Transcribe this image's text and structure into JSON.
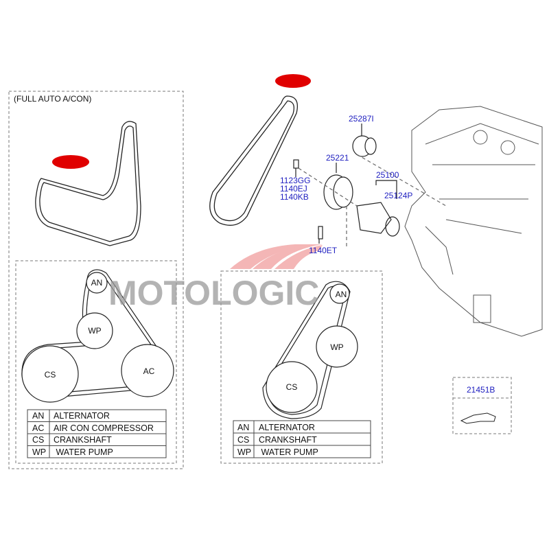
{
  "variant_label": "(FULL AUTO A/CON)",
  "parts": {
    "tensioner_pulley": "25287I",
    "idler_pulley": "25221",
    "bolts": [
      "1123GG",
      "1140EJ",
      "1140KB"
    ],
    "bolt_lower": "1140ET",
    "water_pump": "25100",
    "gasket": "25124P",
    "sealant": "21451B"
  },
  "watermark": "MOTOLOGIC",
  "diagram_left": {
    "pulleys": [
      "AN",
      "WP",
      "CS",
      "AC"
    ],
    "legend": [
      {
        "code": "AN",
        "name": "ALTERNATOR"
      },
      {
        "code": "AC",
        "name": "AIR CON COMPRESSOR"
      },
      {
        "code": "CS",
        "name": "CRANKSHAFT"
      },
      {
        "code": "WP",
        "name": " WATER PUMP"
      }
    ]
  },
  "diagram_right": {
    "pulleys": [
      "AN",
      "WP",
      "CS"
    ],
    "legend": [
      {
        "code": "AN",
        "name": "ALTERNATOR"
      },
      {
        "code": "CS",
        "name": "CRANKSHAFT"
      },
      {
        "code": "WP",
        "name": " WATER PUMP"
      }
    ]
  },
  "colors": {
    "label": "#2020c0",
    "marker": "#e00000"
  }
}
